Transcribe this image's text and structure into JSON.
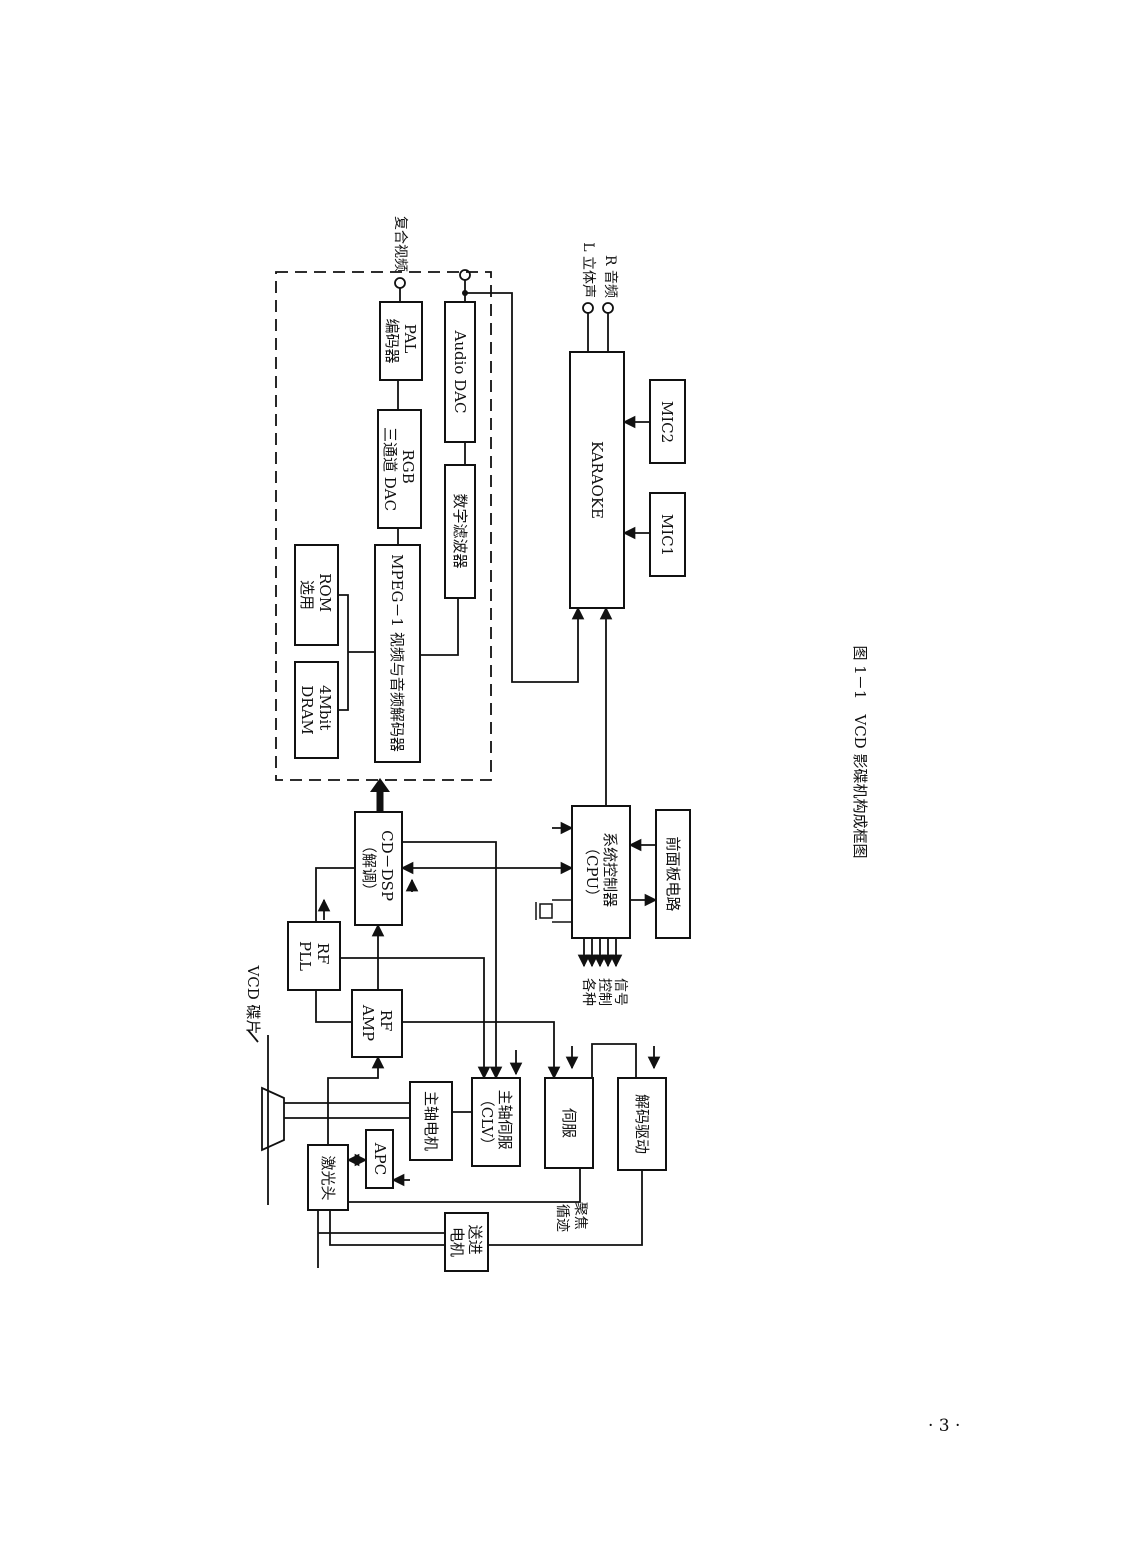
{
  "caption": "图 1－1　VCD 影碟机构成框图",
  "page_number": "· 3 ·",
  "labels": {
    "disc": "VCD 碟片",
    "laser_head": "激光头",
    "apc": "APC",
    "spindle_motor": "主轴电机",
    "feed_motor": [
      "送进",
      "电机"
    ],
    "rf_amp": [
      "RF",
      "AMP"
    ],
    "rf_pll": [
      "RF",
      "PLL"
    ],
    "cd_dsp": [
      "CD－DSP",
      "（解调）"
    ],
    "spindle_servo": [
      "主轴伺服",
      "（CLV）"
    ],
    "servo": "伺服",
    "decode_drive": "解码驱动",
    "focus_tracking": [
      "聚焦",
      "循迹"
    ],
    "cpu": [
      "系统控制器",
      "（CPU）"
    ],
    "front_panel": "前面板电路",
    "control_signals": [
      "各种",
      "控制",
      "信号"
    ],
    "dram": [
      "4Mbit",
      "DRAM"
    ],
    "rom": [
      "ROM",
      "选用"
    ],
    "mpeg": "MPEG－1 视频与音频解码器",
    "rgb_dac": [
      "RGB",
      "三通道 DAC"
    ],
    "pal": [
      "PAL",
      "编码器"
    ],
    "digital_filter": "数字滤波器",
    "audio_dac": "Audio DAC",
    "composite_video": "复合视频",
    "karaoke": "KARAOKE",
    "mic1": "MIC1",
    "mic2": "MIC2",
    "l_stereo": "L 立体声",
    "r_audio": "R 音频"
  }
}
